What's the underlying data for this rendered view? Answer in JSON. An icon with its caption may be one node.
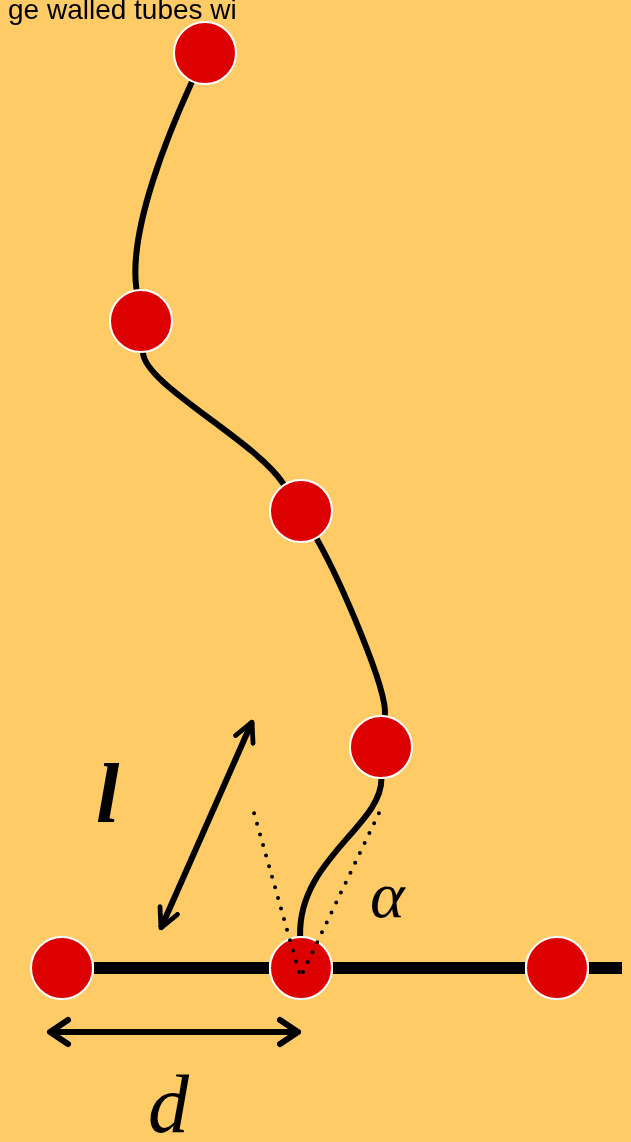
{
  "diagram": {
    "title": "ge walled tubes wi",
    "nodes": [
      {
        "text": [],
        "shape": "circle"
      },
      {
        "text": [],
        "shape": "circle"
      },
      {
        "text": [],
        "shape": "circle"
      },
      {
        "text": [],
        "shape": "circle"
      },
      {
        "text": [],
        "shape": "circle"
      },
      {
        "text": [],
        "shape": "circle"
      },
      {
        "text": [],
        "shape": "circle"
      }
    ],
    "edges": [
      {
        "from": 0,
        "to": 1,
        "arrow": "none"
      },
      {
        "from": 1,
        "to": 2,
        "arrow": "none"
      },
      {
        "from": 2,
        "to": 3,
        "arrow": "none"
      },
      {
        "from": 3,
        "to": 5,
        "arrow": "none"
      },
      {
        "from": 4,
        "to": 5,
        "arrow": "none",
        "style": "thick"
      },
      {
        "from": 5,
        "to": 6,
        "arrow": "none",
        "style": "thick"
      },
      {
        "from": 6,
        "to": null,
        "arrow": "none",
        "style": "thick"
      }
    ],
    "labels": [
      "l",
      "α",
      "d"
    ]
  }
}
